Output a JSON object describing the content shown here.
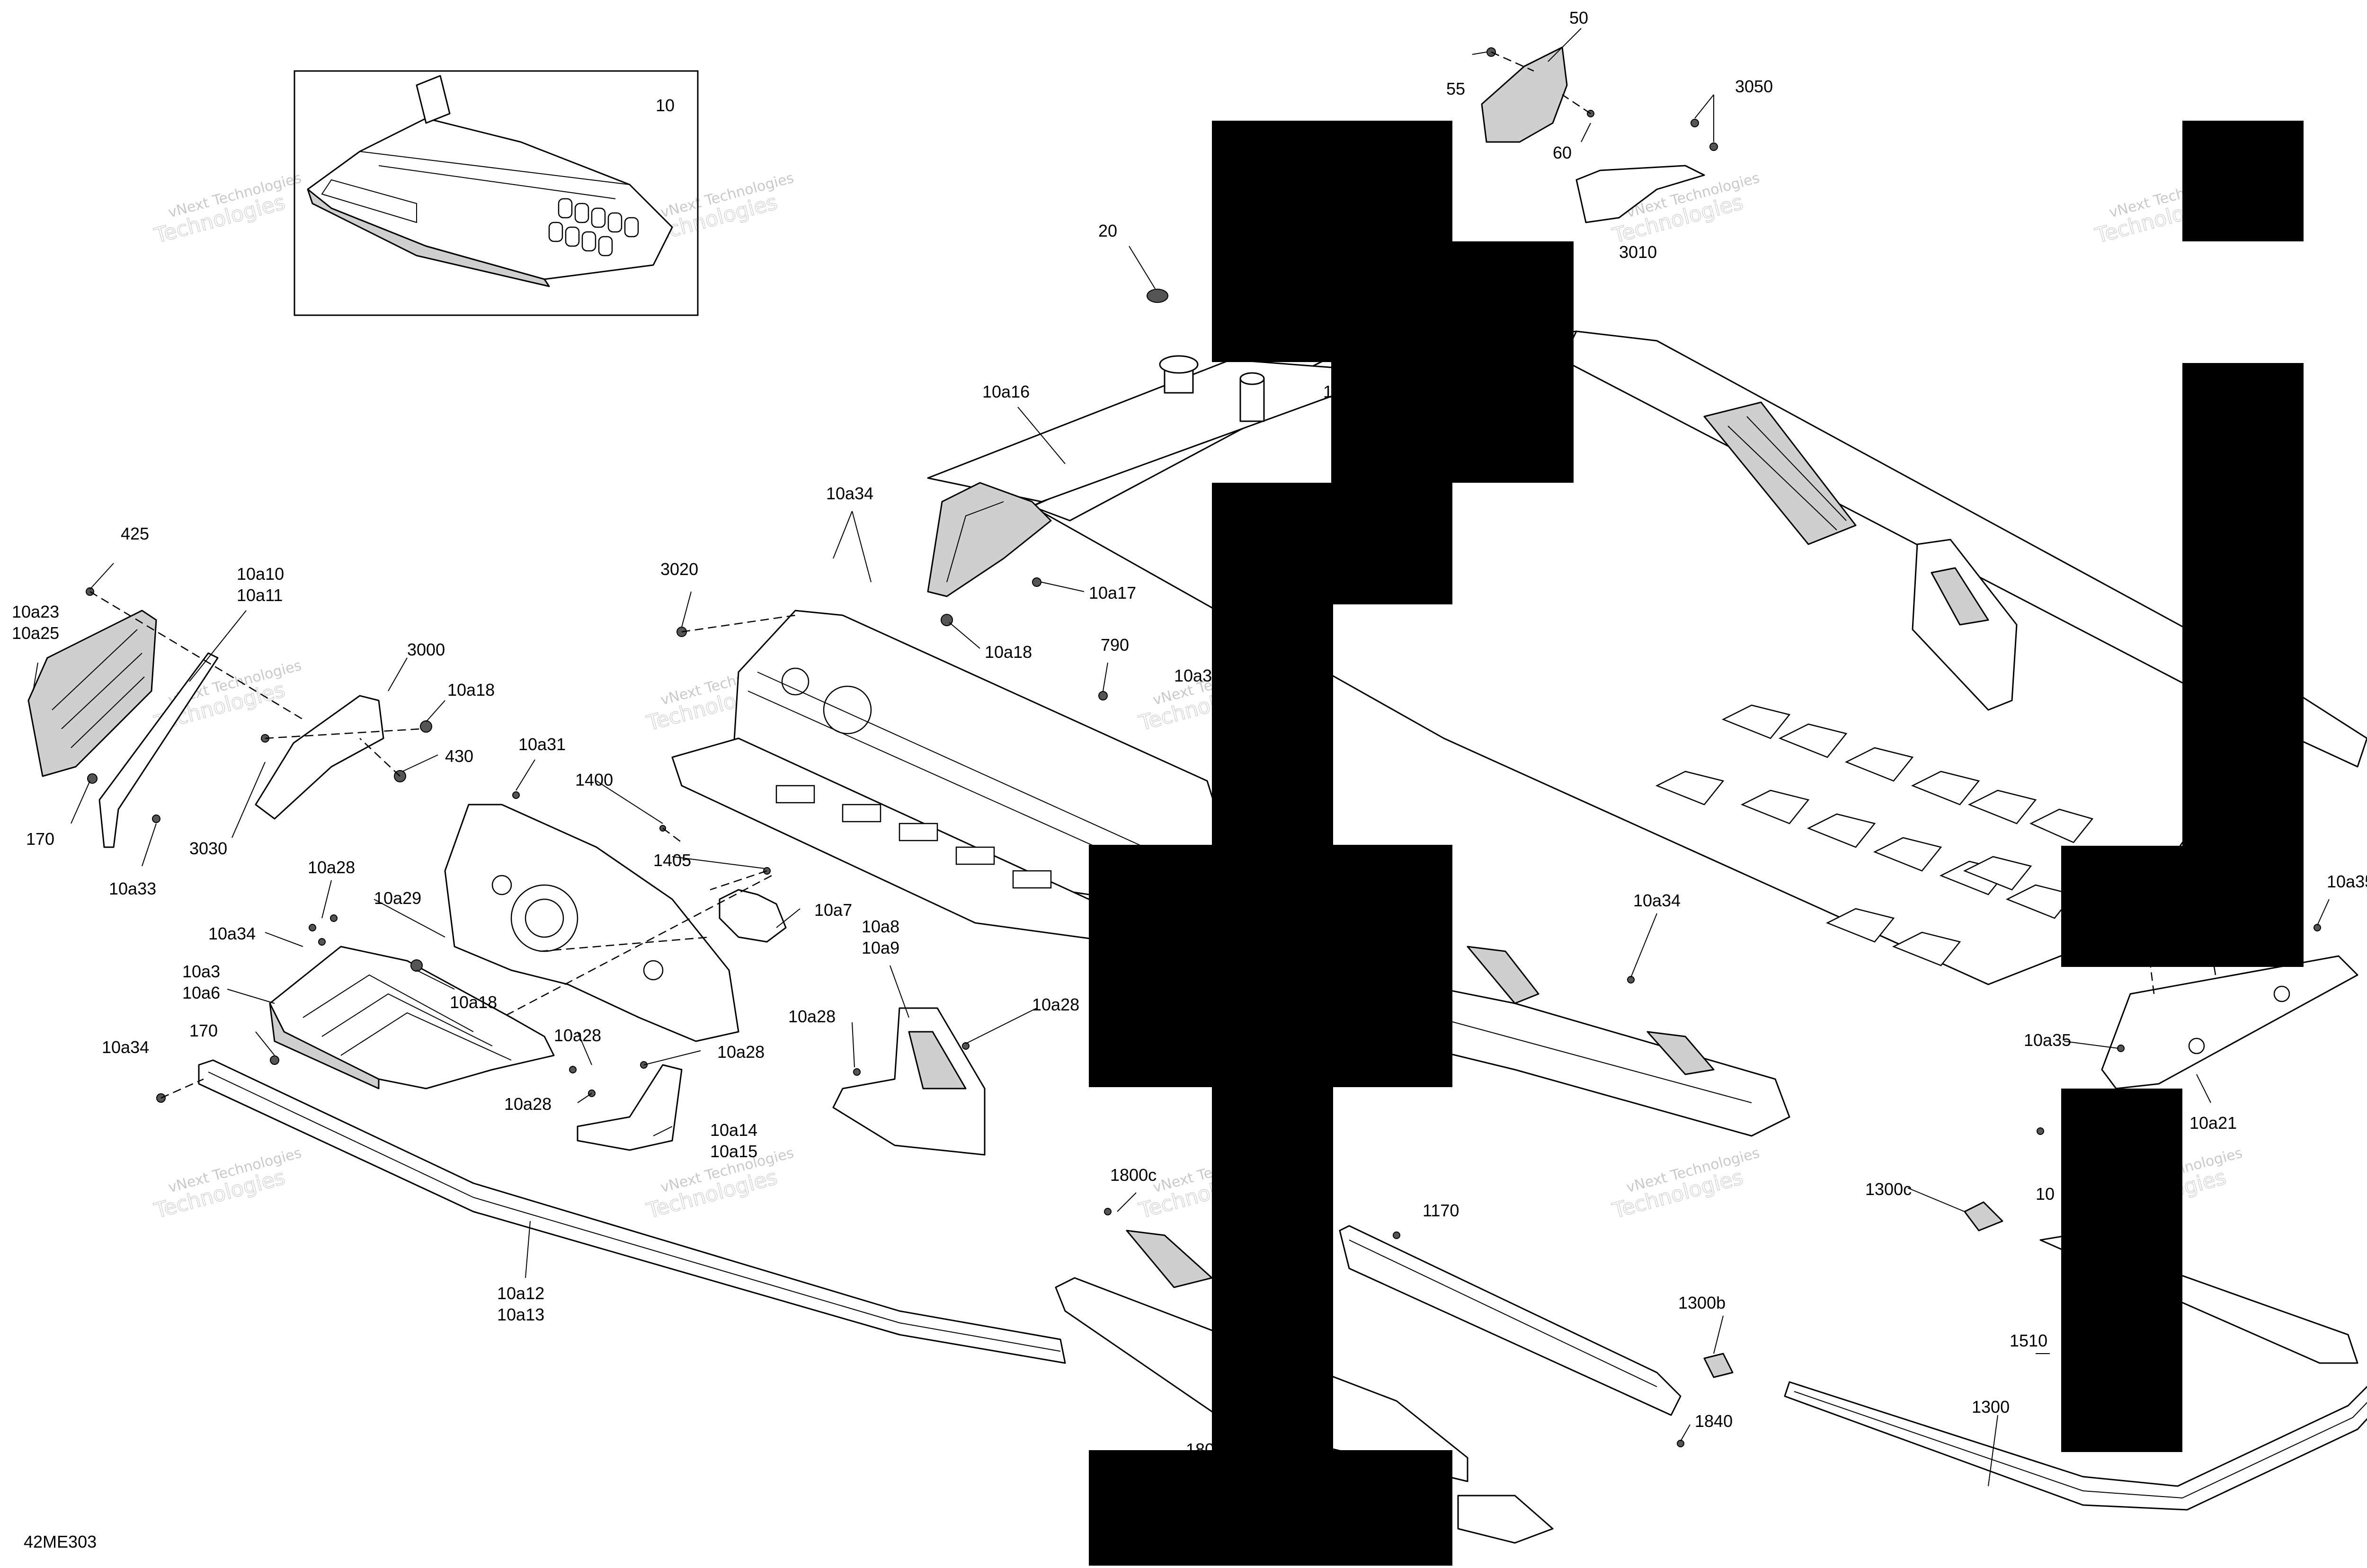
{
  "diagram_code": "42ME303",
  "watermark": {
    "line1": "vNext Technologies",
    "line2": "Technologies"
  },
  "inset_label": "10",
  "callouts": {
    "c_50": "50",
    "c_55": "55",
    "c_60": "60",
    "c_3050": "3050",
    "c_3010": "3010",
    "c_20": "20",
    "c_10a16": "10a16",
    "c_10a34_top": "10a34",
    "c_10a17": "10a17",
    "c_10a18_mid": "10a18",
    "c_3020": "3020",
    "c_790": "790",
    "c_425": "425",
    "c_10a10": "10a10",
    "c_10a11": "10a11",
    "c_10a23": "10a23",
    "c_10a25": "10a25",
    "c_3000": "3000",
    "c_10a18_left": "10a18",
    "c_430": "430",
    "c_170_left": "170",
    "c_3030": "3030",
    "c_10a33": "10a33",
    "c_10a31": "10a31",
    "c_1400": "1400",
    "c_1405": "1405",
    "c_10a28_a": "10a28",
    "c_10a29": "10a29",
    "c_10a34_left": "10a34",
    "c_10a3": "10a3",
    "c_10a6": "10a6",
    "c_10a18_low": "10a18",
    "c_170_low": "170",
    "c_10a34_low": "10a34",
    "c_10a7": "10a7",
    "c_10a8": "10a8",
    "c_10a9": "10a9",
    "c_10a28_b": "10a28",
    "c_10a28_c": "10a28",
    "c_10a28_d": "10a28",
    "c_10a28_e": "10a28",
    "c_10a28_f": "10a28",
    "c_10a14": "10a14",
    "c_10a15": "10a15",
    "c_10a12": "10a12",
    "c_10a13": "10a13",
    "c_10a34_right": "10a34",
    "c_10a35_a": "10a35",
    "c_10a35_b": "10a35",
    "c_10a21": "10a21",
    "c_1800c": "1800c",
    "c_1300c": "1300c",
    "c_1300b": "1300b",
    "c_1510": "1510",
    "c_1300": "1300",
    "c_1840": "1840",
    "c_partial_1": "1",
    "c_partial_10a3": "10a3",
    "c_partial_1170": "1170",
    "c_partial_10": "10",
    "c_partial_180": "180"
  }
}
